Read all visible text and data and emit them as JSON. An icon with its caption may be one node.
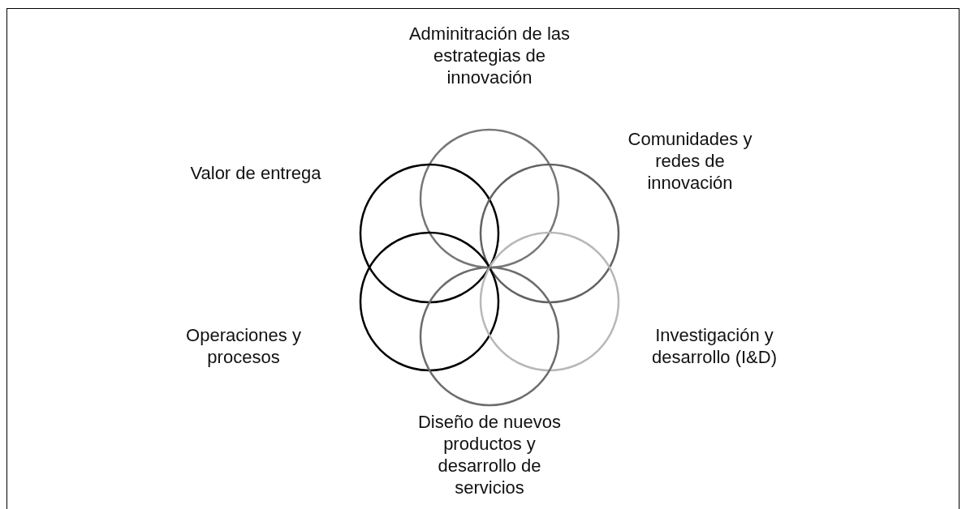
{
  "diagram": {
    "nodes": [
      {
        "text": [],
        "shape": "circle",
        "beside": [
          "Adminitración de las estrategias de innovación"
        ]
      },
      {
        "text": [],
        "shape": "circle",
        "beside": [
          "Valor de entrega"
        ]
      },
      {
        "text": [],
        "shape": "circle",
        "beside": [
          "Comunidades y redes de innovación"
        ]
      },
      {
        "text": [],
        "shape": "circle",
        "beside": [
          "Operaciones y procesos"
        ]
      },
      {
        "text": [],
        "shape": "circle",
        "beside": [
          "Investigación y desarrollo (I&D)"
        ]
      },
      {
        "text": [],
        "shape": "circle",
        "beside": [
          "Diseño de nuevos productos y desarrollo de servicios"
        ]
      }
    ]
  }
}
